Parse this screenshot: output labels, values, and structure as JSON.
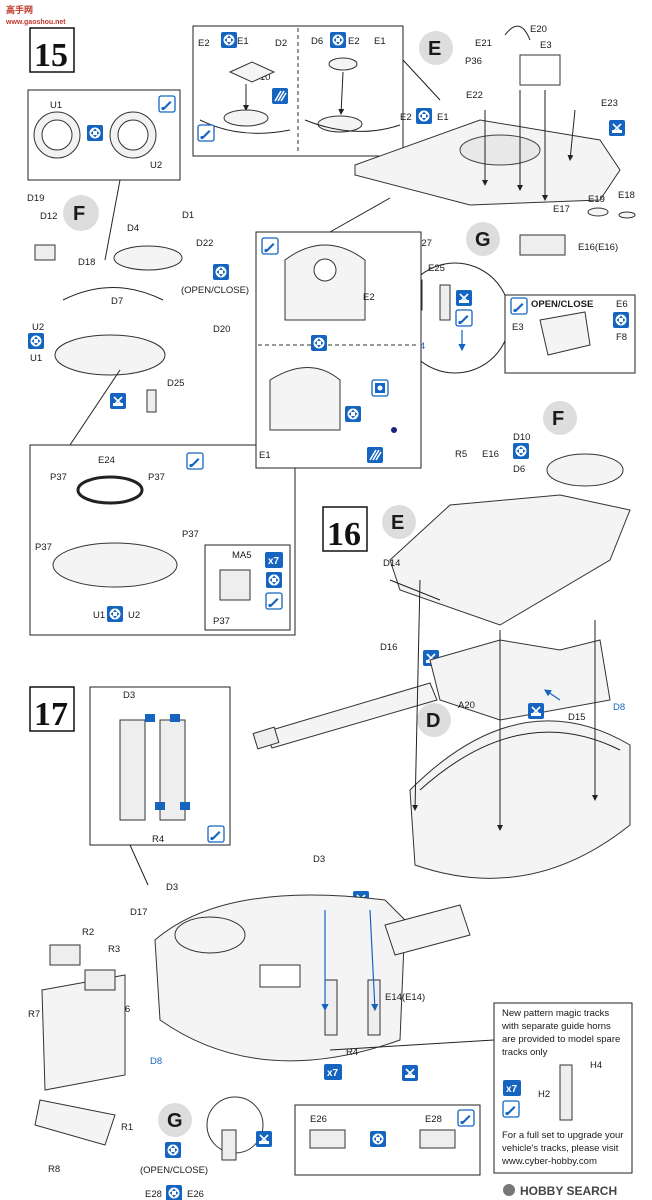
{
  "watermark_top": {
    "logo_text": "高手网",
    "url": "www.gaoshou.net"
  },
  "watermark_bottom": "HOBBY SEARCH",
  "steps": {
    "s15": "15",
    "s16": "16",
    "s17": "17"
  },
  "sub_letters": {
    "E": "E",
    "F": "F",
    "G": "G",
    "D": "D"
  },
  "labels15": {
    "e2a": "E2",
    "e1a": "E1",
    "d2": "D2",
    "d10": "D10",
    "d6": "D6",
    "e2b": "E2",
    "e1b": "E1",
    "e20": "E20",
    "e21": "E21",
    "e3": "E3",
    "p36": "P36",
    "e22": "E22",
    "e23": "E23",
    "e2c": "E2",
    "e1c": "E1",
    "e18": "E18",
    "e19": "E19",
    "e17": "E17",
    "e16": "E16(E16)",
    "u1": "U1",
    "u2": "U2",
    "d19": "D19",
    "d12": "D12",
    "d1": "D1",
    "d4": "D4",
    "d22": "D22",
    "d18": "D18",
    "d7": "D7",
    "d20": "D20",
    "u2b": "U2",
    "u1b": "U1",
    "d25": "D25",
    "openclose": "(OPEN/CLOSE)",
    "e2d": "E2",
    "e1d": "E1",
    "e27": "E27",
    "e25": "E25",
    "d4b": "D4",
    "oc_title": "OPEN/CLOSE",
    "e6": "E6",
    "f8": "F8",
    "e3b": "E3",
    "e24": "E24",
    "p37a": "P37",
    "p37b": "P37",
    "p37c": "P37",
    "p37d": "P37",
    "ma5": "MA5",
    "p37e": "P37",
    "u1c": "U1",
    "u2c": "U2",
    "x7a": "x7"
  },
  "labels16": {
    "d10": "D10",
    "r5": "R5",
    "e16": "E16",
    "d6": "D6",
    "d14": "D14",
    "d16": "D16",
    "a20": "A20",
    "d15": "D15",
    "d8": "D8"
  },
  "labels17": {
    "d3a": "D3",
    "r4a": "R4",
    "d3b": "D3",
    "d17": "D17",
    "d3c": "D3",
    "d3d": "D3",
    "r2": "R2",
    "r3": "R3",
    "r7": "R7",
    "r6": "R6",
    "d8": "D8",
    "e14": "E14(E14)",
    "x7b": "x7",
    "r4b": "R4",
    "r1": "R1",
    "r8": "R8",
    "openclose": "(OPEN/CLOSE)",
    "e28a": "E28",
    "e26a": "E26",
    "e26b": "E26",
    "e28b": "E28",
    "h2": "H2",
    "h4": "H4",
    "x7c": "x7"
  },
  "notes": {
    "tracks": [
      "New pattern magic tracks",
      "with separate guide horns",
      "are provided to model spare",
      "tracks only"
    ],
    "upgrade": [
      "For a full set to upgrade your",
      "vehicle's tracks, please visit"
    ],
    "url": "www.cyber-hobby.com"
  },
  "colors": {
    "accent_blue": "#1565c0",
    "ink": "#1a1a1a"
  }
}
